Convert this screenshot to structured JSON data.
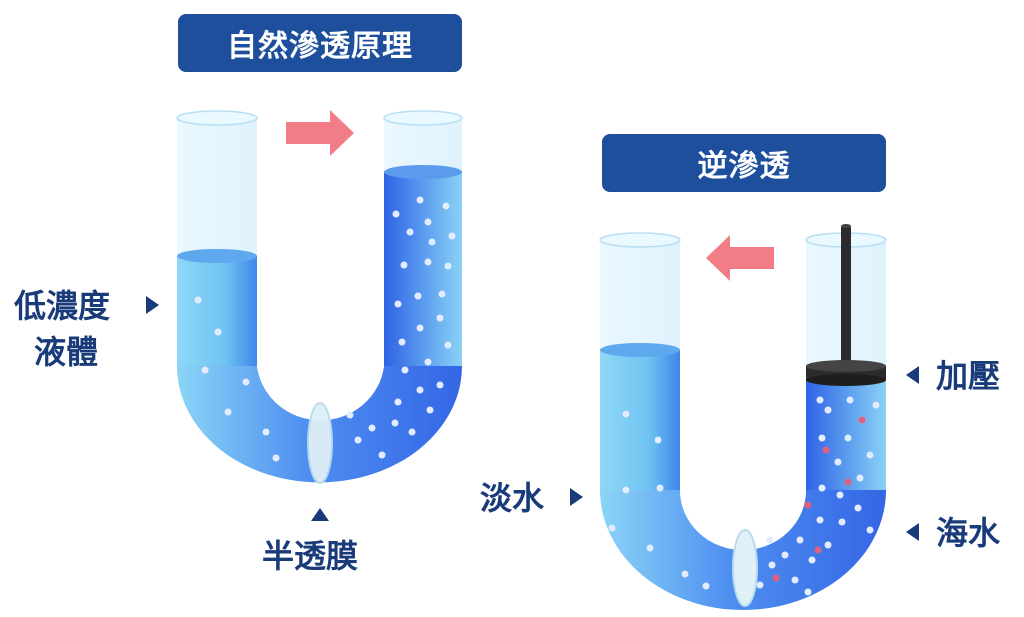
{
  "natural": {
    "title": "自然滲透原理"
  },
  "reverse": {
    "title": "逆滲透"
  },
  "labels": {
    "low_concentration_line1": "低濃度",
    "low_concentration_line2": "液體",
    "membrane": "半透膜",
    "fresh_water": "淡水",
    "pressure": "加壓",
    "seawater": "海水"
  },
  "colors": {
    "badge": "#1d4f9d",
    "label_text": "#1a3b7a",
    "arrow": "#f27d86",
    "water_light": "#8fd4f5",
    "water_deep": "#2f6ee8",
    "piston": "#2b2b2b",
    "salt_particle": "#e0607e"
  }
}
